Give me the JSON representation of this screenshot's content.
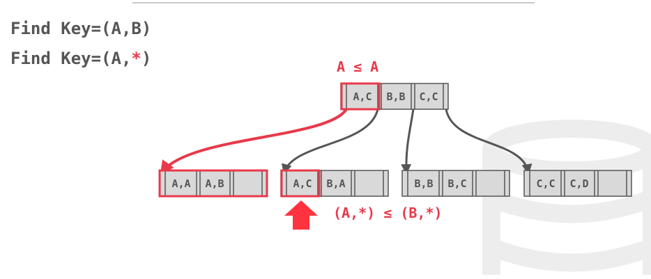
{
  "queries": {
    "q1": "Find Key=(A,B)",
    "q2_prefix": "Find Key=(A,",
    "q2_wildcard": "*",
    "q2_suffix": ")"
  },
  "annotations": {
    "root_compare": "A ≤ A",
    "leaf_compare": "(A,*) ≤ (B,*)"
  },
  "tree": {
    "root": {
      "keys": [
        "A,C",
        "B,B",
        "C,C"
      ],
      "highlight": 0
    },
    "leaves": [
      {
        "keys": [
          "A,A",
          "A,B",
          ""
        ],
        "highlight": "node"
      },
      {
        "keys": [
          "A,C",
          "B,A",
          ""
        ],
        "highlight": 0
      },
      {
        "keys": [
          "B,B",
          "B,C",
          ""
        ],
        "highlight": null
      },
      {
        "keys": [
          "C,C",
          "C,D",
          ""
        ],
        "highlight": null
      }
    ]
  },
  "colors": {
    "accent": "#e8394a",
    "text": "#555555",
    "edge": "#555555",
    "node_fill": "#d9d9d9",
    "watermark": "#efefef"
  },
  "icons": {
    "pointer": "up-arrow-icon",
    "background": "database-cylinder-icon"
  }
}
